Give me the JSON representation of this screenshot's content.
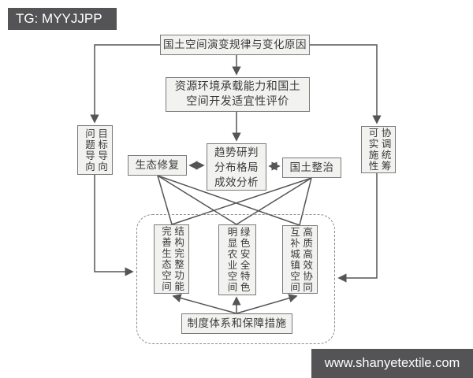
{
  "watermarks": {
    "top_left": "TG: MYYJJPP",
    "bottom_right": "www.shanyetextile.com"
  },
  "colors": {
    "banner_bg": "#545456",
    "line": "#555555",
    "box_fill": "#f2f2f0",
    "box_border": "#7a7a7a",
    "text": "#3a3a3a"
  },
  "diagram": {
    "top_box": "国土空间演变规律与变化原因",
    "evaluation_box": {
      "line1": "资源环境承载能力和国土",
      "line2": "空间开发适宜性评价"
    },
    "analysis_box": {
      "line1": "趋势研判",
      "line2": "分布格局",
      "line3": "成效分析"
    },
    "eco_box": "生态修复",
    "land_box": "国土整治",
    "left_guide": {
      "col1": "问题导向",
      "col2": "目标导向"
    },
    "right_guide": {
      "col1": "可实施性",
      "col2": "协调统筹"
    },
    "space_box1": {
      "col1": "完善生态空间",
      "col2": "结构完整功能"
    },
    "space_box2": {
      "col1": "明显农业空间",
      "col2": "绿色安全特色"
    },
    "space_box3": {
      "col1": "互补城镇空间",
      "col2": "高质高效协同"
    },
    "institution_box": "制度体系和保障措施"
  }
}
